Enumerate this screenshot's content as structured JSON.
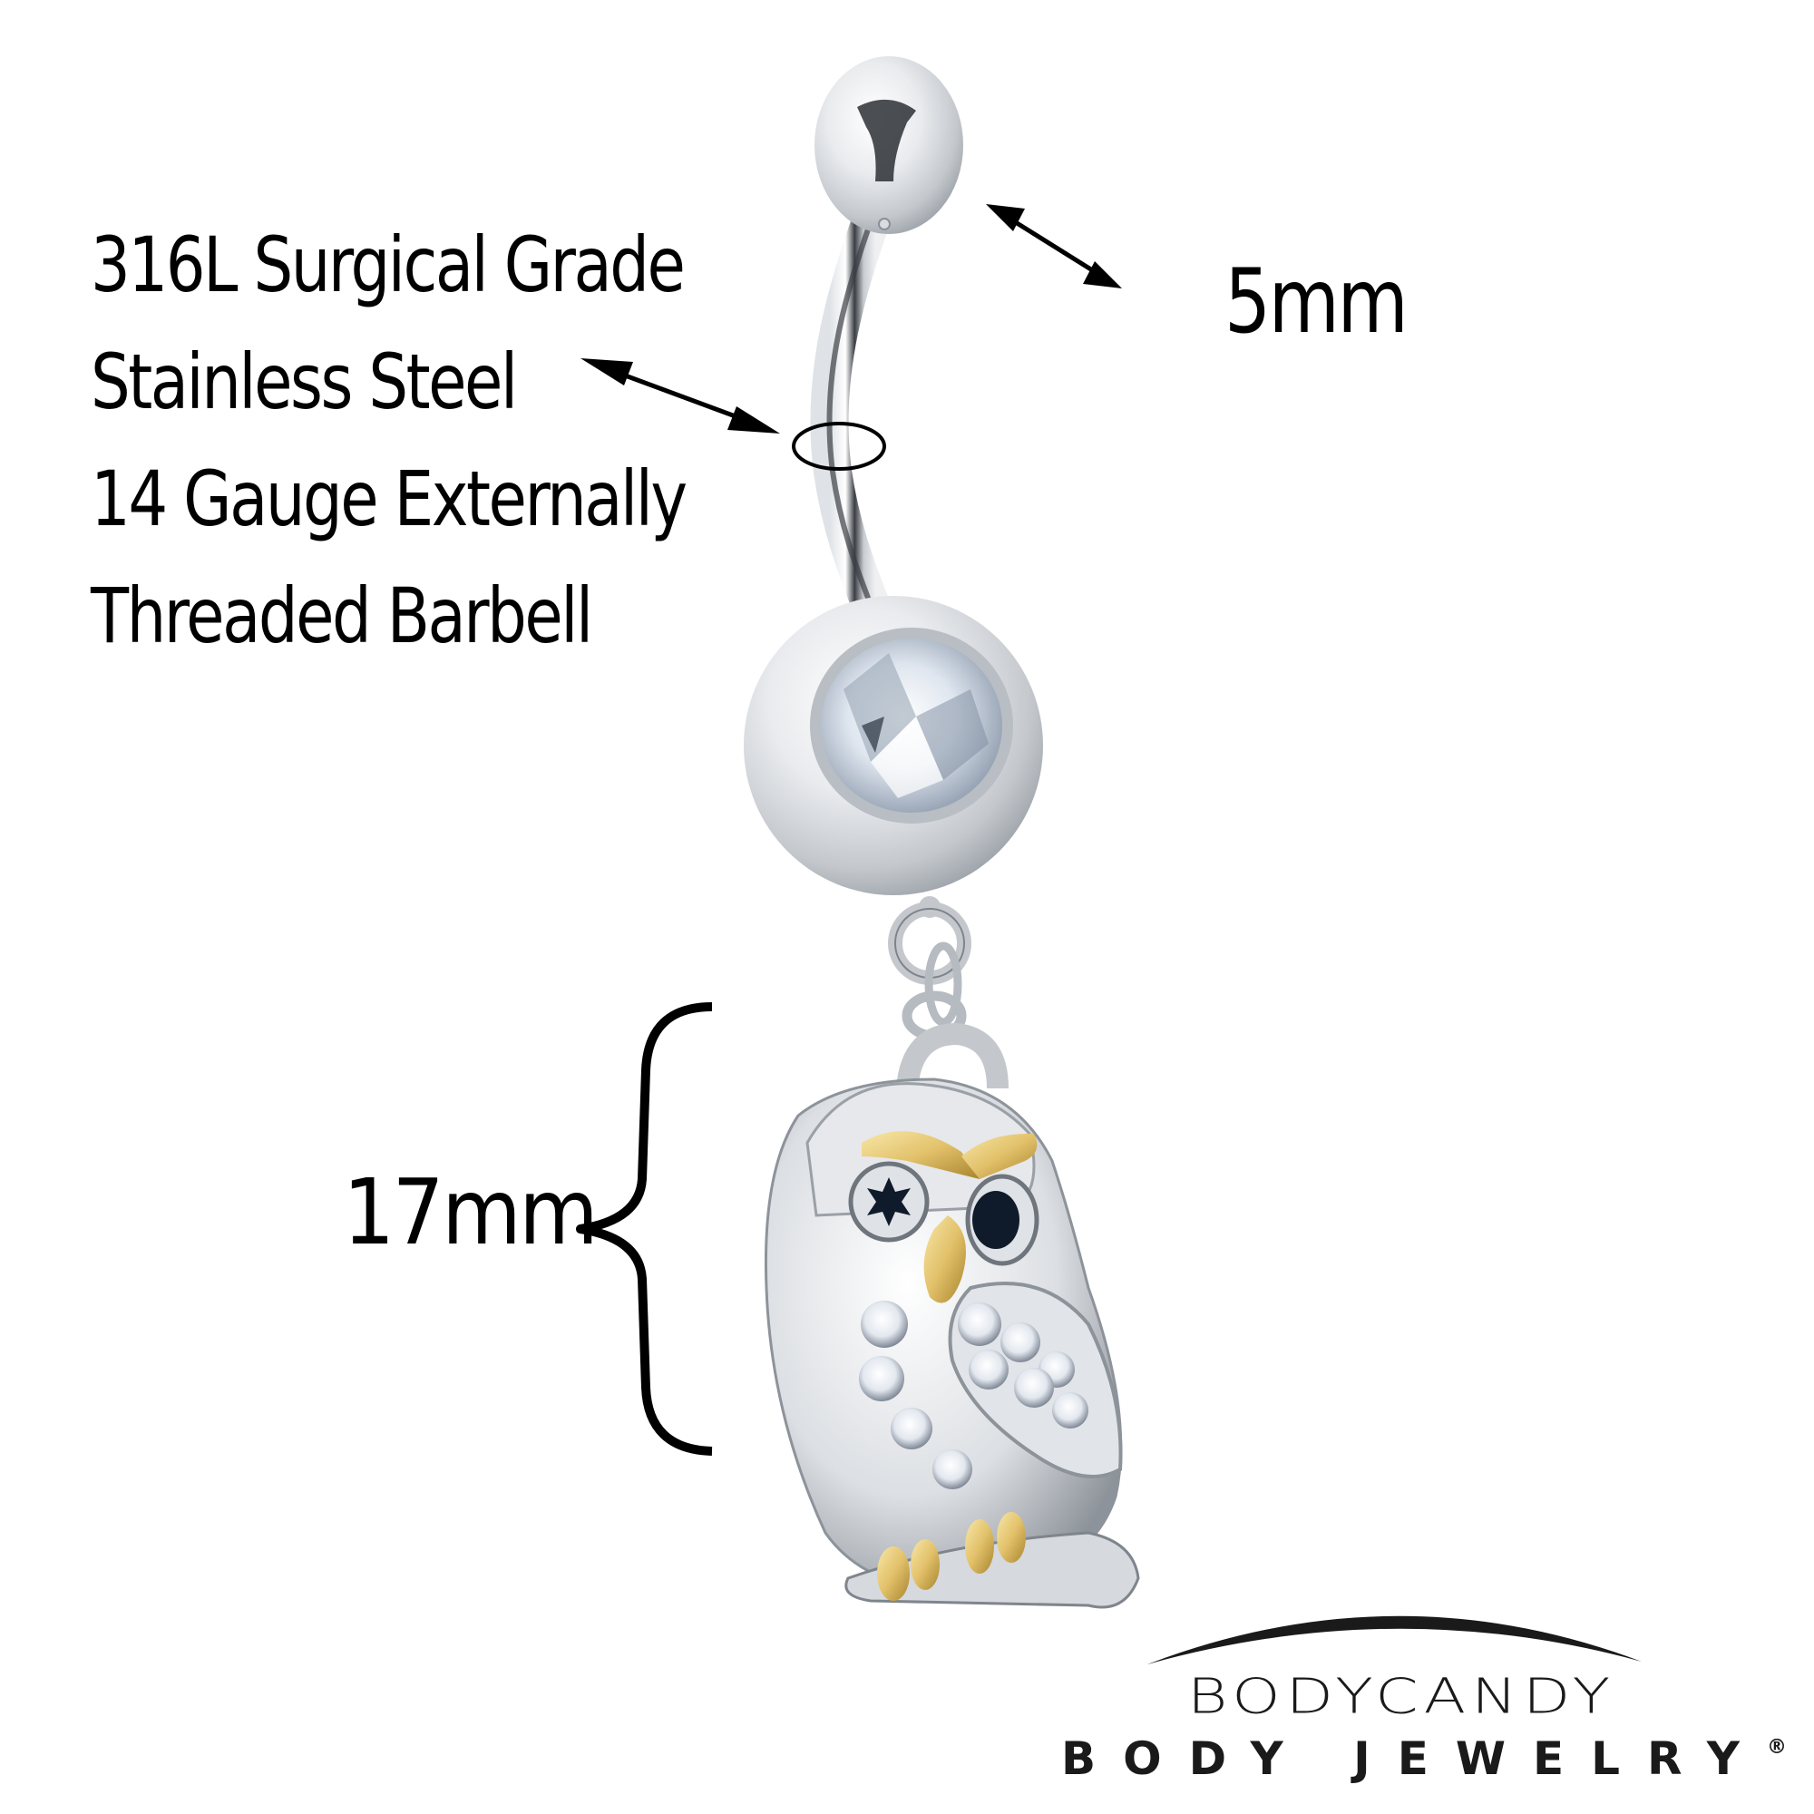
{
  "product": {
    "spec_lines": [
      "316L Surgical Grade",
      "Stainless Steel",
      "14 Gauge Externally",
      "Threaded Barbell"
    ],
    "ball_size_label": "5mm",
    "pendant_size_label": "17mm",
    "pendant_subject": "owl",
    "gem_color": "clear",
    "eye_color": "black",
    "accent_metal": "gold"
  },
  "brand": {
    "wordmark": "BODYCANDY",
    "tagline": "BODY JEWELRY",
    "registered_mark": "®"
  },
  "colors": {
    "text": "#000000",
    "steel_light": "#f2f3f5",
    "steel_mid": "#c9ccd1",
    "steel_dark": "#5c6066",
    "gold": "#e2c16a",
    "gold_dark": "#a8842e",
    "gem_blue": "#cfd9e6",
    "logo": "#1a1a1a"
  }
}
